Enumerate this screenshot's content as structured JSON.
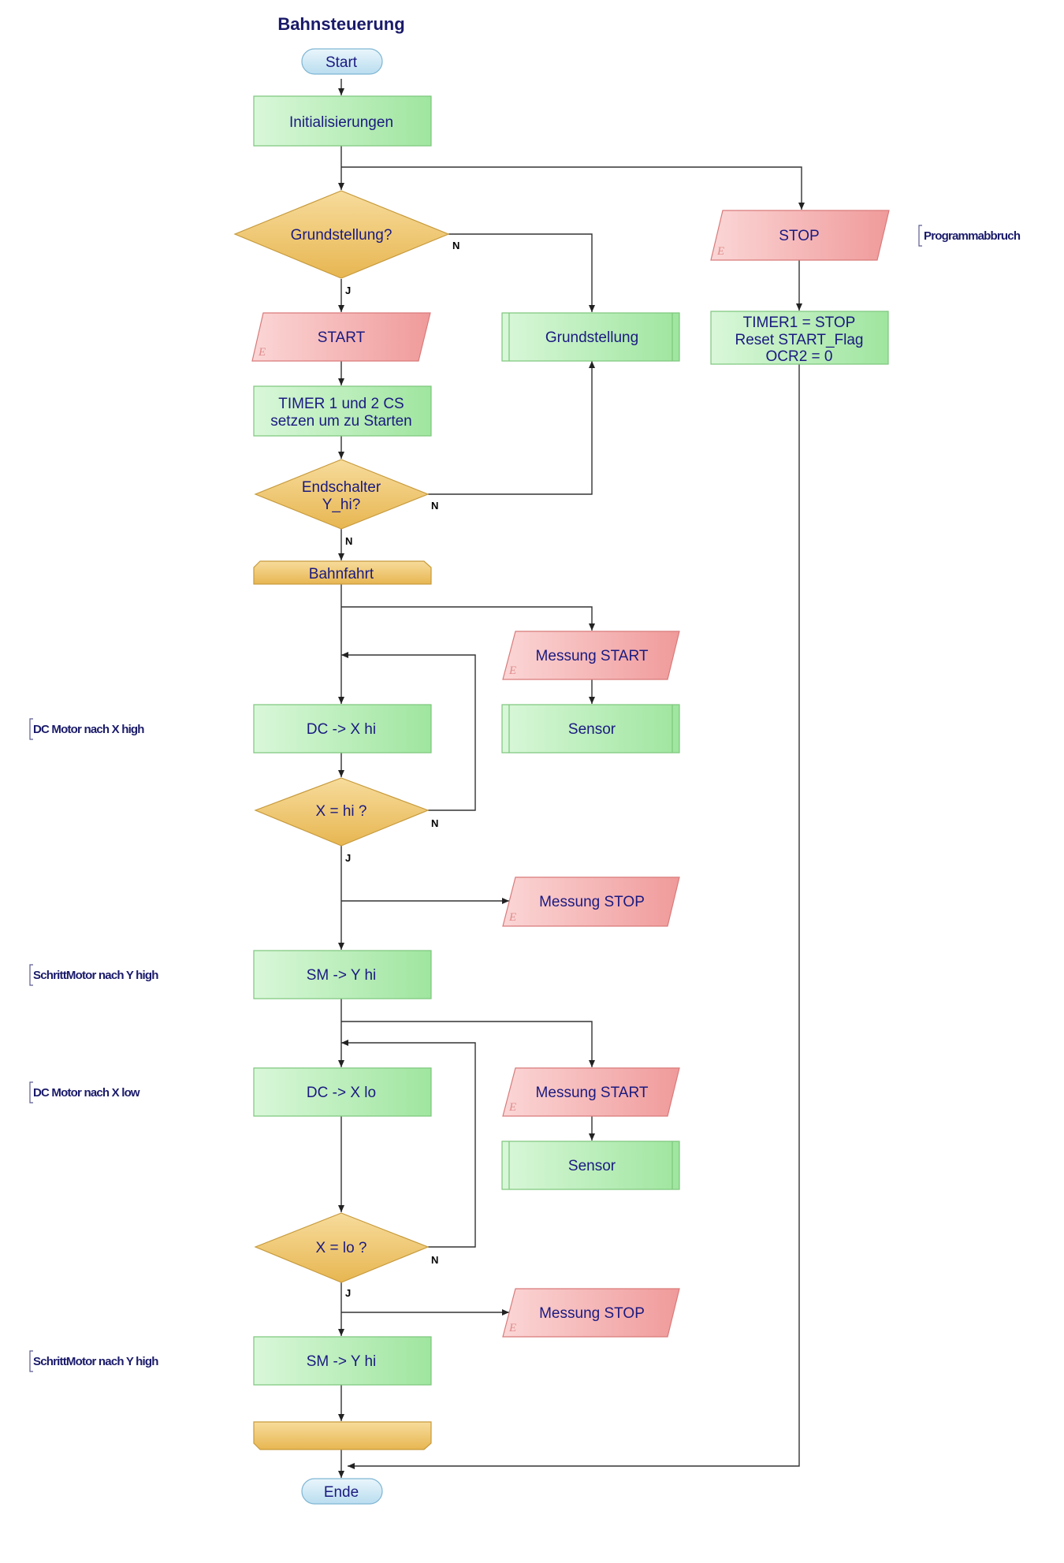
{
  "title": "Bahnsteuerung",
  "terminals": {
    "start": "Start",
    "end": "Ende"
  },
  "nodes": {
    "init": "Initialisierungen",
    "q_grund": "Grundstellung?",
    "ev_start": "START",
    "grundstellung": "Grundstellung",
    "timer_line1": "TIMER 1 und 2 CS",
    "timer_line2": "setzen um zu Starten",
    "q_end_line1": "Endschalter",
    "q_end_line2": "Y_hi?",
    "bahnfahrt": "Bahnfahrt",
    "mess_start_1": "Messung START",
    "sensor_1": "Sensor",
    "dc_x_hi": "DC -> X hi",
    "q_x_hi": "X = hi ?",
    "mess_stop_1": "Messung STOP",
    "sm_y_hi_1": "SM -> Y hi",
    "dc_x_lo": "DC -> X lo",
    "mess_start_2": "Messung START",
    "sensor_2": "Sensor",
    "q_x_lo": "X = lo ?",
    "mess_stop_2": "Messung STOP",
    "sm_y_hi_2": "SM -> Y hi",
    "loop_end": "",
    "ev_stop": "STOP",
    "stop_line1": "TIMER1 = STOP",
    "stop_line2": "Reset START_Flag",
    "stop_line3": "OCR2 = 0"
  },
  "branch_labels": {
    "no": "N",
    "yes": "J",
    "event_marker": "E"
  },
  "comments": {
    "abort": "Programmabbruch",
    "dc_x_high": "DC Motor nach X high",
    "sm_y_high_1": "SchrittMotor nach Y high",
    "dc_x_low": "DC Motor nach X low",
    "sm_y_high_2": "SchrittMotor nach Y high"
  },
  "colors": {
    "process_fill": "#bff0bf",
    "process_stroke": "#7cc67c",
    "event_fill": "#f6b3b3",
    "event_stroke": "#d97a7a",
    "decision_fill": "#f3cc7a",
    "decision_stroke": "#c79a3c",
    "terminal_fill": "#d4ecf7",
    "terminal_stroke": "#7fb6d3",
    "text": "#1a1a80"
  }
}
